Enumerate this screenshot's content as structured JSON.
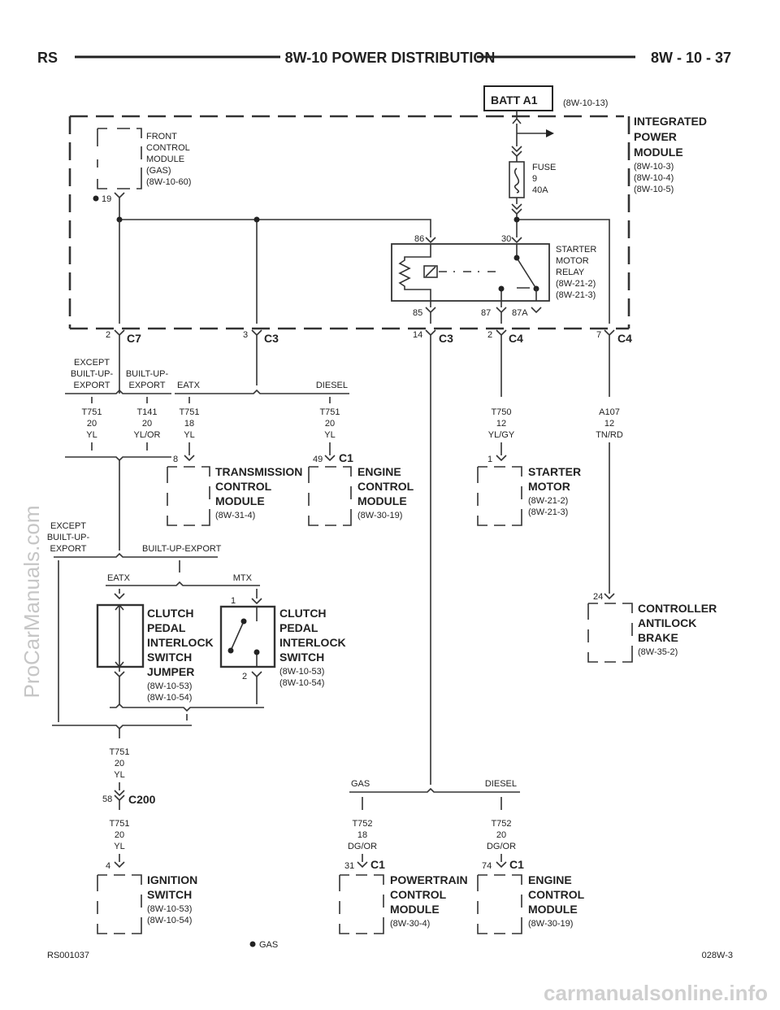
{
  "header": {
    "left": "RS",
    "title": "8W-10 POWER DISTRIBUTION",
    "right": "8W - 10 - 37"
  },
  "batt": {
    "label": "BATT A1",
    "ref": "(8W-10-13)"
  },
  "ipm": {
    "name_lines": [
      "INTEGRATED",
      "POWER",
      "MODULE"
    ],
    "refs": [
      "(8W-10-3)",
      "(8W-10-4)",
      "(8W-10-5)"
    ]
  },
  "fcm": {
    "lines": [
      "FRONT",
      "CONTROL",
      "MODULE",
      "(GAS)"
    ],
    "ref": "(8W-10-60)",
    "pin": "19"
  },
  "fuse": {
    "lines": [
      "FUSE",
      "9",
      "40A"
    ]
  },
  "relay": {
    "lines": [
      "STARTER",
      "MOTOR",
      "RELAY",
      "(8W-21-2)",
      "(8W-21-3)"
    ],
    "pin86": "86",
    "pin30": "30",
    "pin85": "85",
    "pin87": "87",
    "pin87a": "87A"
  },
  "connectors": {
    "c7_pin": "2",
    "c7": "C7",
    "c3a_pin": "3",
    "c3a": "C3",
    "c3b_pin": "14",
    "c3b": "C3",
    "c4a_pin": "2",
    "c4a": "C4",
    "c4b_pin": "7",
    "c4b": "C4"
  },
  "split1": {
    "left_lines": [
      "EXCEPT",
      "BUILT-UP-",
      "EXPORT"
    ],
    "right_lines": [
      "BUILT-UP-",
      "EXPORT"
    ]
  },
  "wires": {
    "w1": [
      "T751",
      "20",
      "YL"
    ],
    "w2": [
      "T141",
      "20",
      "YL/OR"
    ],
    "w3": [
      "T751",
      "18",
      "YL"
    ],
    "w4": [
      "T751",
      "20",
      "YL"
    ],
    "w5": [
      "T750",
      "12",
      "YL/GY"
    ],
    "w6": [
      "A107",
      "12",
      "TN/RD"
    ],
    "w7": [
      "T751",
      "20",
      "YL"
    ],
    "w8": [
      "T751",
      "20",
      "YL"
    ],
    "w9": [
      "T752",
      "18",
      "DG/OR"
    ],
    "w10": [
      "T752",
      "20",
      "DG/OR"
    ]
  },
  "eatx_diesel": {
    "eatx": "EATX",
    "diesel": "DIESEL"
  },
  "tcm": {
    "pin": "8",
    "lines": [
      "TRANSMISSION",
      "CONTROL",
      "MODULE"
    ],
    "ref": "(8W-31-4)"
  },
  "ecm1": {
    "pin": "49",
    "conn": "C1",
    "lines": [
      "ENGINE",
      "CONTROL",
      "MODULE"
    ],
    "ref": "(8W-30-19)"
  },
  "starter": {
    "pin": "1",
    "lines": [
      "STARTER",
      "MOTOR"
    ],
    "refs": [
      "(8W-21-2)",
      "(8W-21-3)"
    ]
  },
  "split2": {
    "left_lines": [
      "EXCEPT",
      "BUILT-UP-",
      "EXPORT"
    ],
    "right": "BUILT-UP-EXPORT"
  },
  "eatx_mtx": {
    "eatx": "EATX",
    "mtx": "MTX"
  },
  "jumper": {
    "lines": [
      "CLUTCH",
      "PEDAL",
      "INTERLOCK",
      "SWITCH",
      "JUMPER"
    ],
    "refs": [
      "(8W-10-53)",
      "(8W-10-54)"
    ]
  },
  "cpis": {
    "pin1": "1",
    "pin2": "2",
    "lines": [
      "CLUTCH",
      "PEDAL",
      "INTERLOCK",
      "SWITCH"
    ],
    "refs": [
      "(8W-10-53)",
      "(8W-10-54)"
    ]
  },
  "abs": {
    "pin": "24",
    "lines": [
      "CONTROLLER",
      "ANTILOCK",
      "BRAKE"
    ],
    "ref": "(8W-35-2)"
  },
  "c200": {
    "pin": "58",
    "conn": "C200"
  },
  "ign": {
    "pin": "4",
    "lines": [
      "IGNITION",
      "SWITCH"
    ],
    "refs": [
      "(8W-10-53)",
      "(8W-10-54)"
    ]
  },
  "gas_diesel": {
    "gas": "GAS",
    "diesel": "DIESEL"
  },
  "pcm": {
    "pin": "31",
    "conn": "C1",
    "lines": [
      "POWERTRAIN",
      "CONTROL",
      "MODULE"
    ],
    "ref": "(8W-30-4)"
  },
  "ecm2": {
    "pin": "74",
    "conn": "C1",
    "lines": [
      "ENGINE",
      "CONTROL",
      "MODULE"
    ],
    "ref": "(8W-30-19)"
  },
  "footer": {
    "left": "RS001037",
    "legend": "GAS",
    "right": "028W-3"
  },
  "watermarks": {
    "side": "ProCarManuals.com",
    "bottom": "carmanualsonline.info"
  }
}
